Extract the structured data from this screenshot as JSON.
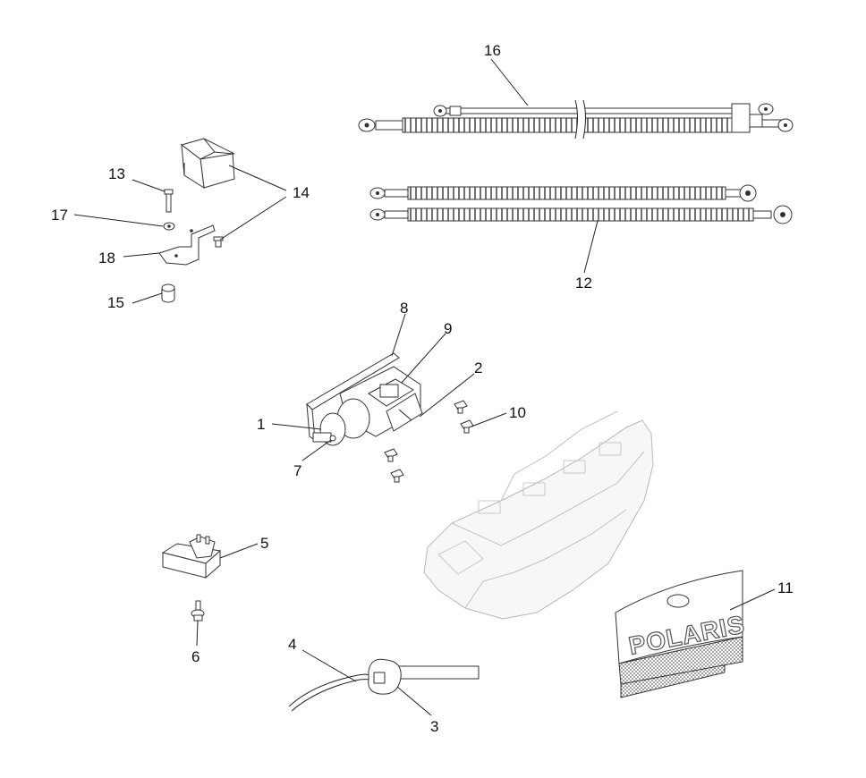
{
  "callouts": {
    "c1": "1",
    "c2": "2",
    "c3": "3",
    "c4": "4",
    "c5": "5",
    "c6": "6",
    "c7": "7",
    "c8": "8",
    "c9": "9",
    "c10": "10",
    "c11": "11",
    "c12": "12",
    "c13": "13",
    "c14": "14",
    "c15": "15",
    "c16": "16",
    "c17": "17",
    "c18": "18"
  },
  "emblem": {
    "text": "POLARIS"
  }
}
